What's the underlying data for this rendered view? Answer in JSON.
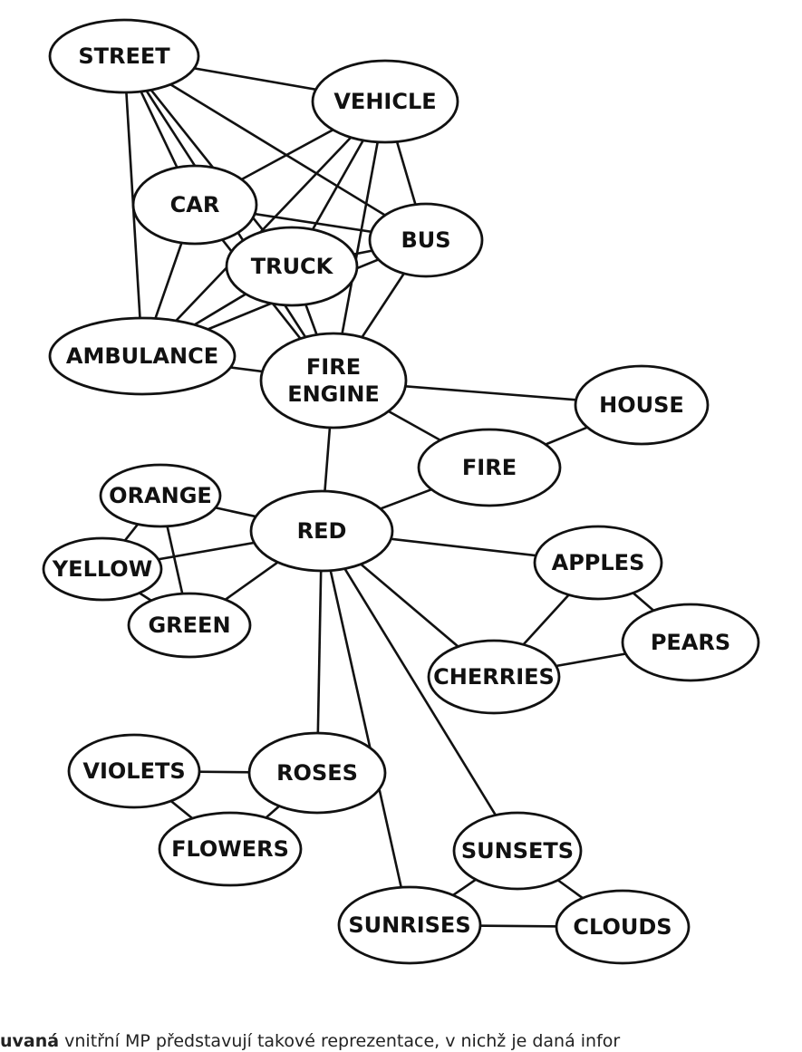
{
  "diagram": {
    "nodes": [
      {
        "id": "street",
        "label": "STREET"
      },
      {
        "id": "vehicle",
        "label": "VEHICLE"
      },
      {
        "id": "car",
        "label": "CAR"
      },
      {
        "id": "bus",
        "label": "BUS"
      },
      {
        "id": "truck",
        "label": "TRUCK"
      },
      {
        "id": "ambulance",
        "label": "AMBULANCE"
      },
      {
        "id": "fire_engine",
        "label": "FIRE\nENGINE"
      },
      {
        "id": "house",
        "label": "HOUSE"
      },
      {
        "id": "fire",
        "label": "FIRE"
      },
      {
        "id": "orange",
        "label": "ORANGE"
      },
      {
        "id": "red",
        "label": "RED"
      },
      {
        "id": "yellow",
        "label": "YELLOW"
      },
      {
        "id": "apples",
        "label": "APPLES"
      },
      {
        "id": "green",
        "label": "GREEN"
      },
      {
        "id": "pears",
        "label": "PEARS"
      },
      {
        "id": "cherries",
        "label": "CHERRIES"
      },
      {
        "id": "violets",
        "label": "VIOLETS"
      },
      {
        "id": "roses",
        "label": "ROSES"
      },
      {
        "id": "flowers",
        "label": "FLOWERS"
      },
      {
        "id": "sunsets",
        "label": "SUNSETS"
      },
      {
        "id": "sunrises",
        "label": "SUNRISES"
      },
      {
        "id": "clouds",
        "label": "CLOUDS"
      }
    ],
    "edges": [
      [
        "street",
        "vehicle"
      ],
      [
        "street",
        "car"
      ],
      [
        "street",
        "bus"
      ],
      [
        "street",
        "truck"
      ],
      [
        "street",
        "ambulance"
      ],
      [
        "street",
        "fire_engine"
      ],
      [
        "vehicle",
        "car"
      ],
      [
        "vehicle",
        "bus"
      ],
      [
        "vehicle",
        "truck"
      ],
      [
        "vehicle",
        "ambulance"
      ],
      [
        "vehicle",
        "fire_engine"
      ],
      [
        "car",
        "bus"
      ],
      [
        "car",
        "ambulance"
      ],
      [
        "car",
        "fire_engine"
      ],
      [
        "truck",
        "bus"
      ],
      [
        "truck",
        "ambulance"
      ],
      [
        "truck",
        "fire_engine"
      ],
      [
        "bus",
        "ambulance"
      ],
      [
        "bus",
        "fire_engine"
      ],
      [
        "ambulance",
        "fire_engine"
      ],
      [
        "fire_engine",
        "house"
      ],
      [
        "fire_engine",
        "fire"
      ],
      [
        "fire_engine",
        "red"
      ],
      [
        "house",
        "fire"
      ],
      [
        "fire",
        "red"
      ],
      [
        "red",
        "orange"
      ],
      [
        "red",
        "yellow"
      ],
      [
        "red",
        "green"
      ],
      [
        "red",
        "apples"
      ],
      [
        "red",
        "cherries"
      ],
      [
        "red",
        "roses"
      ],
      [
        "red",
        "sunsets"
      ],
      [
        "red",
        "sunrises"
      ],
      [
        "orange",
        "yellow"
      ],
      [
        "orange",
        "green"
      ],
      [
        "yellow",
        "green"
      ],
      [
        "apples",
        "pears"
      ],
      [
        "apples",
        "cherries"
      ],
      [
        "cherries",
        "pears"
      ],
      [
        "violets",
        "roses"
      ],
      [
        "violets",
        "flowers"
      ],
      [
        "roses",
        "flowers"
      ],
      [
        "sunsets",
        "sunrises"
      ],
      [
        "sunsets",
        "clouds"
      ],
      [
        "sunrises",
        "clouds"
      ]
    ]
  },
  "caption": {
    "lead": "uvaná",
    "rest": " vnitřní MP představují takové reprezentace, v nichž je daná infor"
  }
}
